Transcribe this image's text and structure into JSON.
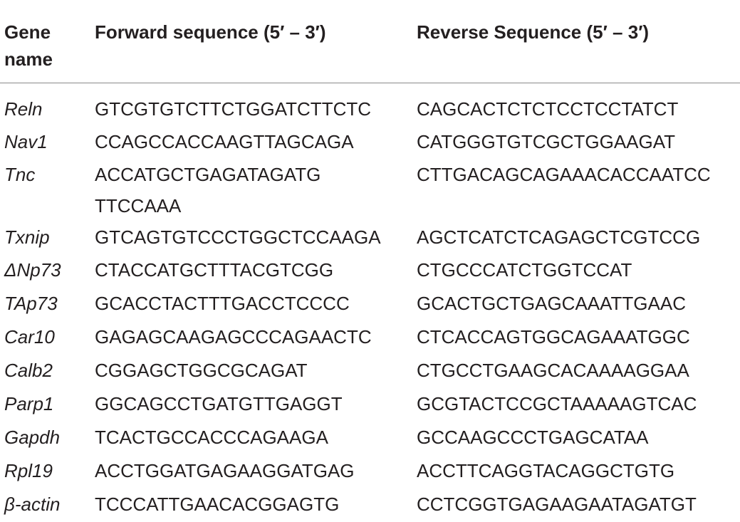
{
  "table": {
    "headers": {
      "gene": "Gene name",
      "forward": "Forward sequence (5′ – 3′)",
      "reverse": "Reverse Sequence (5′ – 3′)"
    },
    "rows": [
      {
        "gene": "Reln",
        "forward": "GTCGTGTCTTCTGGATCTTCTC",
        "reverse": "CAGCACTCTCTCCTCCTATCT"
      },
      {
        "gene": "Nav1",
        "forward": "CCAGCCACCAAGTTAGCAGA",
        "reverse": "CATGGGTGTCGCTGGAAGAT"
      },
      {
        "gene": "Tnc",
        "forward": "ACCATGCTGAGATAGATG",
        "forward_line2": "TTCCAAA",
        "reverse": "CTTGACAGCAGAAACACCAATCC"
      },
      {
        "gene": "Txnip",
        "forward": "GTCAGTGTCCCTGGCTCCAAGA",
        "reverse": "AGCTCATCTCAGAGCTCGTCCG"
      },
      {
        "gene": "ΔNp73",
        "forward": "CTACCATGCTTTACGTCGG",
        "reverse": "CTGCCCATCTGGTCCAT"
      },
      {
        "gene": "TAp73",
        "forward": "GCACCTACTTTGACCTCCCC",
        "reverse": "GCACTGCTGAGCAAATTGAAC"
      },
      {
        "gene": "Car10",
        "forward": "GAGAGCAAGAGCCCAGAACTC",
        "reverse": "CTCACCAGTGGCAGAAATGGC"
      },
      {
        "gene": "Calb2",
        "forward": "CGGAGCTGGCGCAGAT",
        "reverse": "CTGCCTGAAGCACAAAAGGAA"
      },
      {
        "gene": "Parp1",
        "forward": "GGCAGCCTGATGTTGAGGT",
        "reverse": "GCGTACTCCGCTAAAAAGTCAC"
      },
      {
        "gene": "Gapdh",
        "forward": "TCACTGCCACCCAGAAGA",
        "reverse": "GCCAAGCCCTGAGCATAA"
      },
      {
        "gene": "Rpl19",
        "forward": "ACCTGGATGAGAAGGATGAG",
        "reverse": "ACCTTCAGGTACAGGCTGTG"
      },
      {
        "gene": "β-actin",
        "forward": "TCCCATTGAACACGGAGTG",
        "reverse": "CCTCGGTGAGAAGAATAGATGT"
      }
    ]
  }
}
